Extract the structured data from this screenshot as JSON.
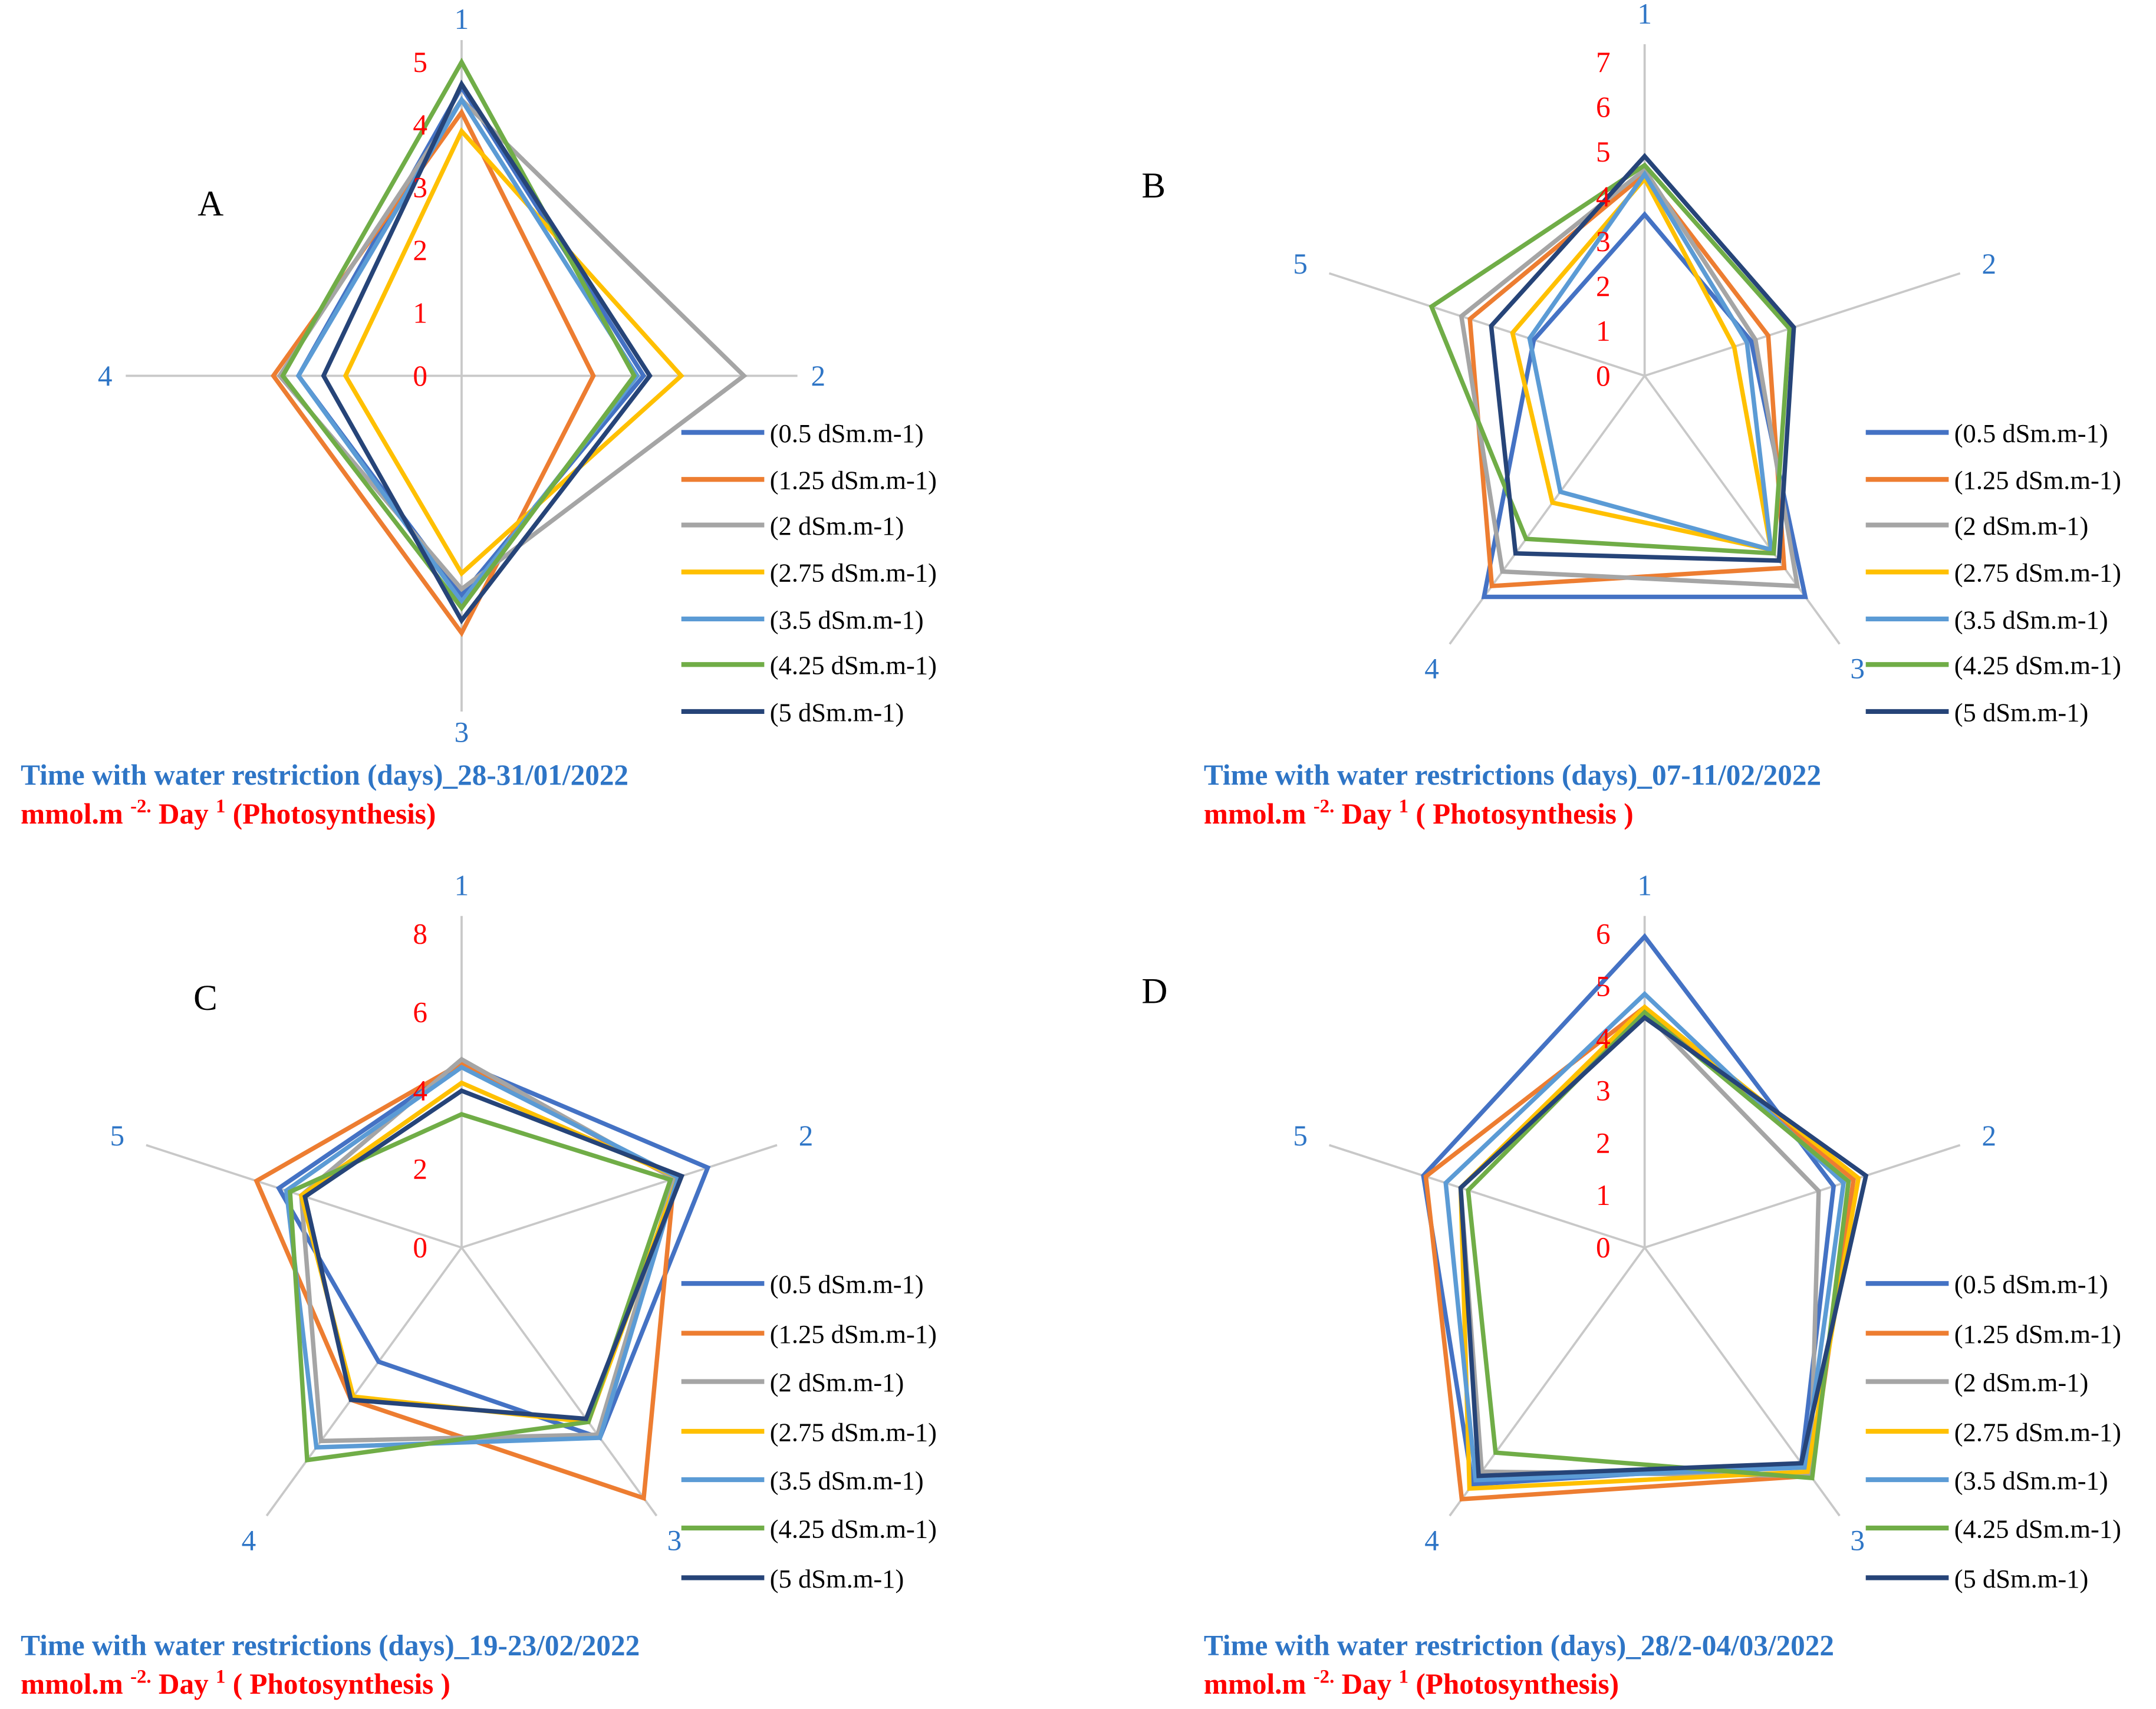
{
  "series_colors": {
    "(0.5 dSm.m-1)": "#4472c4",
    "(1.25 dSm.m-1)": "#ed7d31",
    "(2 dSm.m-1)": "#a5a5a5",
    "(2.75 dSm.m-1)": "#ffc000",
    "(3.5 dSm.m-1)": "#5b9bd5",
    "(4.25 dSm.m-1)": "#70ad47",
    "(5 dSm.m-1)": "#264478"
  },
  "chart_data": [
    {
      "type": "radar",
      "panel_label": "A",
      "title": "Time with water restriction (days)_28-31/01/2022",
      "subtitle": {
        "unit": "mmol.m ",
        "sup1": "-2.",
        "mid": " Day ",
        "sup2": "1",
        "tail": " (Photosynthesis)"
      },
      "categories": [
        "1",
        "2",
        "3",
        "4"
      ],
      "rlim": [
        0,
        5
      ],
      "ticks": [
        "0",
        "1",
        "2",
        "3",
        "4",
        "5"
      ],
      "legend_position": "right",
      "series": [
        {
          "name": "(0.5 dSm.m-1)",
          "values": [
            4.6,
            2.9,
            3.5,
            2.6
          ]
        },
        {
          "name": "(1.25 dSm.m-1)",
          "values": [
            4.2,
            2.1,
            4.1,
            3.0
          ]
        },
        {
          "name": "(2 dSm.m-1)",
          "values": [
            4.4,
            4.5,
            3.4,
            2.9
          ]
        },
        {
          "name": "(2.75 dSm.m-1)",
          "values": [
            3.9,
            3.5,
            3.15,
            1.85
          ]
        },
        {
          "name": "(3.5 dSm.m-1)",
          "values": [
            4.4,
            2.8,
            3.6,
            2.6
          ]
        },
        {
          "name": "(4.25 dSm.m-1)",
          "values": [
            5.0,
            2.75,
            3.7,
            2.85
          ]
        },
        {
          "name": "(5 dSm.m-1)",
          "values": [
            4.65,
            3.0,
            3.9,
            2.2
          ]
        }
      ]
    },
    {
      "type": "radar",
      "panel_label": "B",
      "title": "Time with water restrictions (days)_07-11/02/2022",
      "subtitle": {
        "unit": "mmol.m ",
        "sup1": "-2.",
        "mid": " Day ",
        "sup2": "1",
        "tail": " ( Photosynthesis )"
      },
      "categories": [
        "1",
        "2",
        "3",
        "4",
        "5"
      ],
      "rlim": [
        0,
        7
      ],
      "ticks": [
        "0",
        "1",
        "2",
        "3",
        "4",
        "5",
        "6",
        "7"
      ],
      "legend_position": "right",
      "series": [
        {
          "name": "(0.5 dSm.m-1)",
          "values": [
            3.6,
            2.5,
            6.1,
            6.1,
            2.6
          ]
        },
        {
          "name": "(1.25 dSm.m-1)",
          "values": [
            4.5,
            2.9,
            5.3,
            5.8,
            4.1
          ]
        },
        {
          "name": "(2 dSm.m-1)",
          "values": [
            4.6,
            2.6,
            5.8,
            5.4,
            4.3
          ]
        },
        {
          "name": "(2.75 dSm.m-1)",
          "values": [
            4.4,
            2.1,
            4.8,
            3.5,
            3.1
          ]
        },
        {
          "name": "(3.5 dSm.m-1)",
          "values": [
            4.5,
            2.4,
            4.8,
            3.2,
            2.7
          ]
        },
        {
          "name": "(4.25 dSm.m-1)",
          "values": [
            4.7,
            3.4,
            4.9,
            4.5,
            5.0
          ]
        },
        {
          "name": "(5 dSm.m-1)",
          "values": [
            4.9,
            3.5,
            5.1,
            4.9,
            3.6
          ]
        }
      ]
    },
    {
      "type": "radar",
      "panel_label": "C",
      "title": "Time with water restrictions (days)_19-23/02/2022",
      "subtitle": {
        "unit": "mmol.m ",
        "sup1": "-2.",
        "mid": " Day ",
        "sup2": "1",
        "tail": " ( Photosynthesis )"
      },
      "categories": [
        "1",
        "2",
        "3",
        "4",
        "5"
      ],
      "rlim": [
        0,
        8
      ],
      "ticks": [
        "0",
        "2",
        "4",
        "6",
        "8"
      ],
      "legend_position": "right",
      "series": [
        {
          "name": "(0.5 dSm.m-1)",
          "values": [
            4.7,
            6.6,
            6.0,
            3.6,
            4.9
          ]
        },
        {
          "name": "(1.25 dSm.m-1)",
          "values": [
            4.7,
            5.7,
            7.9,
            4.8,
            5.5
          ]
        },
        {
          "name": "(2 dSm.m-1)",
          "values": [
            4.8,
            5.7,
            5.9,
            6.1,
            4.3
          ]
        },
        {
          "name": "(2.75 dSm.m-1)",
          "values": [
            4.2,
            5.8,
            5.5,
            4.7,
            4.3
          ]
        },
        {
          "name": "(3.5 dSm.m-1)",
          "values": [
            4.6,
            5.8,
            6.0,
            6.3,
            4.7
          ]
        },
        {
          "name": "(4.25 dSm.m-1)",
          "values": [
            3.4,
            5.6,
            5.5,
            6.7,
            4.6
          ]
        },
        {
          "name": "(5 dSm.m-1)",
          "values": [
            4.0,
            5.9,
            5.4,
            4.8,
            4.2
          ]
        }
      ]
    },
    {
      "type": "radar",
      "panel_label": "D",
      "title": "Time with water restriction (days)_28/2-04/03/2022",
      "subtitle": {
        "unit": "mmol.m ",
        "sup1": "-2.",
        "mid": " Day ",
        "sup2": "1",
        "tail": " (Photosynthesis)"
      },
      "categories": [
        "1",
        "2",
        "3",
        "4",
        "5"
      ],
      "rlim": [
        0,
        6
      ],
      "ticks": [
        "0",
        "1",
        "2",
        "3",
        "4",
        "5",
        "6"
      ],
      "legend_position": "right",
      "series": [
        {
          "name": "(0.5 dSm.m-1)",
          "values": [
            5.95,
            3.8,
            5.1,
            5.6,
            4.45
          ]
        },
        {
          "name": "(1.25 dSm.m-1)",
          "values": [
            4.6,
            4.2,
            5.4,
            5.95,
            4.4
          ]
        },
        {
          "name": "(2 dSm.m-1)",
          "values": [
            4.5,
            3.5,
            5.4,
            5.3,
            3.7
          ]
        },
        {
          "name": "(2.75 dSm.m-1)",
          "values": [
            4.6,
            4.3,
            5.3,
            5.7,
            3.7
          ]
        },
        {
          "name": "(3.5 dSm.m-1)",
          "values": [
            4.85,
            4.0,
            5.2,
            5.5,
            4.0
          ]
        },
        {
          "name": "(4.25 dSm.m-1)",
          "values": [
            4.5,
            4.1,
            5.45,
            4.85,
            3.55
          ]
        },
        {
          "name": "(5 dSm.m-1)",
          "values": [
            4.4,
            4.45,
            5.1,
            5.4,
            3.7
          ]
        }
      ]
    }
  ]
}
